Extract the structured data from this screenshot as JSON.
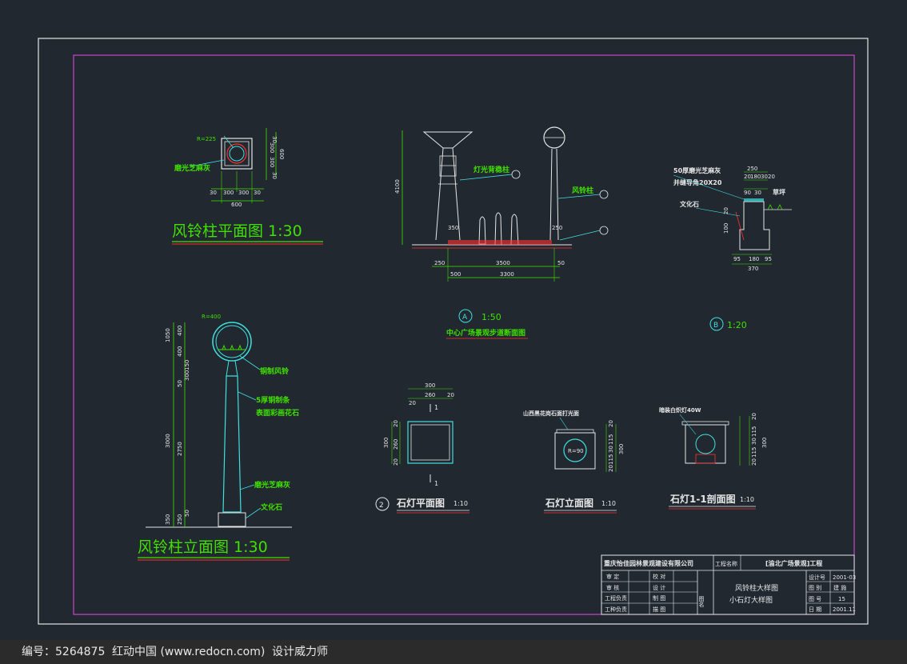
{
  "plan_view": {
    "title": "风铃柱平面图 1:30",
    "radius_label": "R=225",
    "material_label": "磨光芝麻灰",
    "bottom_dims": [
      "30",
      "300",
      "300",
      "30"
    ],
    "total_dim": "600",
    "right_dims": [
      "30",
      "300",
      "300",
      "30"
    ],
    "right_inner": "530",
    "right_total": "600"
  },
  "elev_view": {
    "title": "风铃柱立面图 1:30",
    "radius_label": "R=400",
    "left_dims": [
      "400",
      "400",
      "150",
      "50",
      "300",
      "2750",
      "50",
      "250"
    ],
    "outer_dims": [
      "1050",
      "3000",
      "350"
    ],
    "label_bell": "铜制风铃",
    "label_strip": "5厚铜制条",
    "label_color": "表面彩画花石",
    "label_granite": "磨光芝麻灰",
    "label_base": "文化石"
  },
  "section_view": {
    "label_lamp": "灯光背稳柱",
    "label_bell": "风铃柱",
    "height": "4100",
    "dim_350": "350",
    "dim_250": "250",
    "dims_top": [
      "250",
      "3500",
      "50"
    ],
    "dims_bot": [
      "500",
      "3300"
    ],
    "circle_marker": "A",
    "scale": "1:50",
    "caption": "中心广场景观步道断面图"
  },
  "detail_view": {
    "label_granite": "50厚磨光芝麻灰",
    "label_curb": "并缝导角20X20",
    "label_stone": "文化石",
    "label_lawn": "草坪",
    "top_dims": [
      "250",
      "20",
      "180",
      "30",
      "20"
    ],
    "inner_dims": [
      "90",
      "30"
    ],
    "side_dims": [
      "20",
      "100"
    ],
    "bottom_dims": [
      "95",
      "180",
      "95"
    ],
    "bottom_total": "370",
    "circle_marker": "B",
    "scale": "1:20"
  },
  "stone_plan": {
    "title": "石灯平面图",
    "scale": "1:10",
    "marker": "2",
    "top_dims": [
      "300",
      "260",
      "20",
      "20"
    ],
    "side_dims": [
      "20",
      "300",
      "260",
      "20"
    ],
    "section_mark": "1"
  },
  "stone_elev": {
    "title": "石灯立面图",
    "scale": "1:10",
    "label": "山西黑花岗石面打光面",
    "radius": "R=90",
    "dims": [
      "20",
      "115",
      "30",
      "115",
      "20",
      "300"
    ]
  },
  "stone_section": {
    "title": "石灯1-1剖面图",
    "scale": "1:10",
    "label": "暗装白炽灯40W",
    "dims": [
      "20",
      "115",
      "30",
      "115",
      "20",
      "300"
    ]
  },
  "title_block": {
    "company": "重庆怡佳园林景观建设有限公司",
    "project_label": "工程名称",
    "project": "[渝北广场景观]工程",
    "rows": [
      [
        "审 定",
        "校 对"
      ],
      [
        "审 核",
        "设 计"
      ],
      [
        "工程负责",
        "制 图"
      ],
      [
        "工种负责",
        "描 图"
      ]
    ],
    "drawing_label": "图名",
    "drawing_names": [
      "风铃柱大样图",
      "小石灯大样图"
    ],
    "info_labels": [
      "设计号",
      "图 别",
      "图 号",
      "日 期"
    ],
    "info_values": [
      "2001-03",
      "建 施",
      "15",
      "2001.11"
    ]
  },
  "footer": {
    "code": "编号：5264875",
    "site": "红动中国 (www.redocn.com)",
    "author": "设计威力师"
  }
}
